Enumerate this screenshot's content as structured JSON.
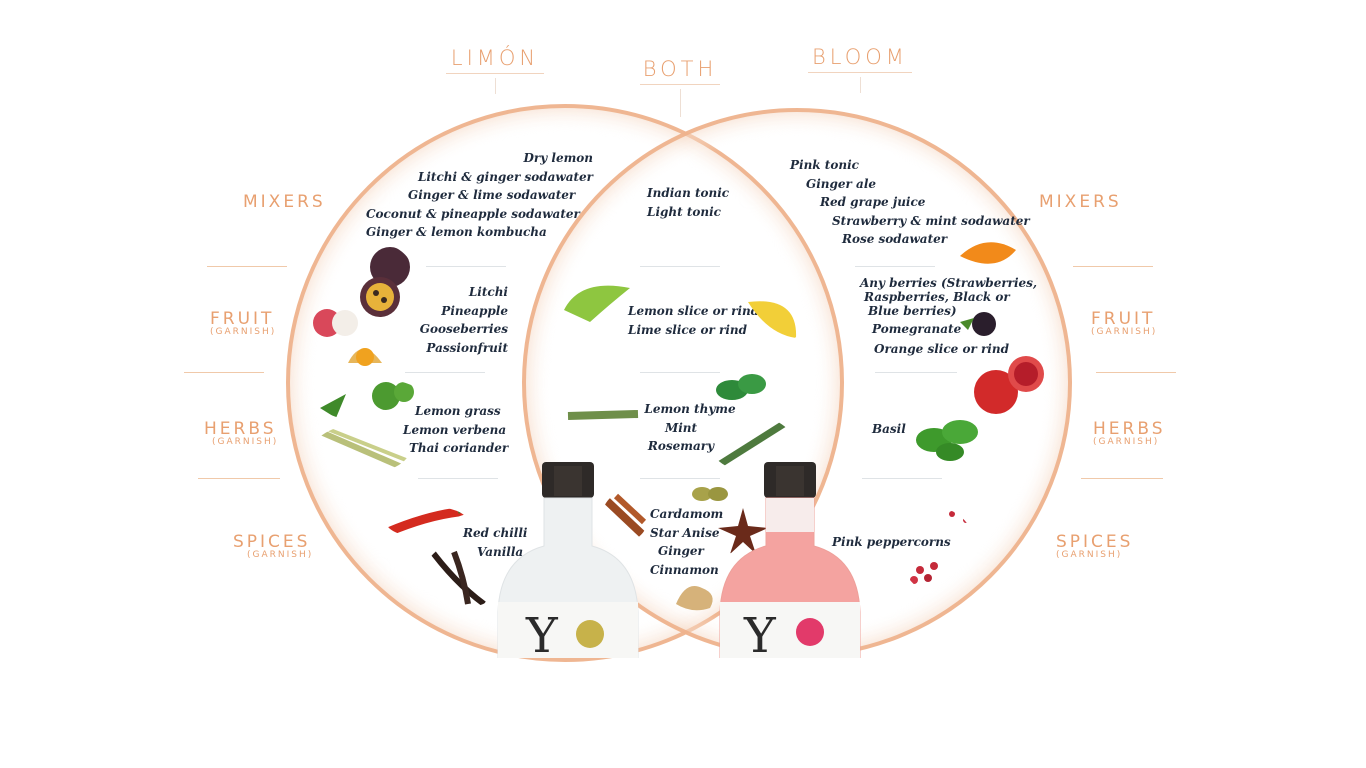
{
  "headers": {
    "left": "LIMÓN",
    "center": "BOTH",
    "right": "BLOOM"
  },
  "categories": {
    "mixers": {
      "name": "MIXERS",
      "sub": ""
    },
    "fruit": {
      "name": "FRUIT",
      "sub": "(GARNISH)"
    },
    "herbs": {
      "name": "HERBS",
      "sub": "(GARNISH)"
    },
    "spices": {
      "name": "SPICES",
      "sub": "(GARNISH)"
    }
  },
  "limon": {
    "mixers": [
      "Dry lemon",
      "Litchi & ginger sodawater",
      "Ginger & lime sodawater",
      "Coconut & pineapple sodawater",
      "Ginger & lemon kombucha"
    ],
    "fruit": [
      "Litchi",
      "Pineapple",
      "Gooseberries",
      "Passionfruit"
    ],
    "herbs": [
      "Lemon grass",
      "Lemon verbena",
      "Thai coriander"
    ],
    "spices": [
      "Red chilli",
      "Vanilla"
    ]
  },
  "both": {
    "mixers": [
      "Indian tonic",
      "Light tonic"
    ],
    "fruit": [
      "Lemon slice or rind",
      "Lime slice or rind"
    ],
    "herbs": [
      "Lemon thyme",
      "Mint",
      "Rosemary"
    ],
    "spices": [
      "Cardamom",
      "Star Anise",
      "Ginger",
      "Cinnamon"
    ]
  },
  "bloom": {
    "mixers": [
      "Pink tonic",
      "Ginger ale",
      "Red grape juice",
      "Strawberry & mint sodawater",
      "Rose sodawater"
    ],
    "fruit": [
      "Any berries (Strawberries,",
      "Raspberries, Black or",
      "Blue berries)",
      "Pomegranate",
      "Orange slice or rind"
    ],
    "herbs": [
      "Basil"
    ],
    "spices": [
      "Pink peppercorns"
    ]
  },
  "colors": {
    "accent": "#e8a070",
    "ring": "#efb38d",
    "text": "#1f2b3d",
    "bloom_liquid": "#f4a3a0"
  },
  "icons": [
    "passionfruit-icon",
    "lychee-icon",
    "gooseberry-icon",
    "herb-bunch-icon",
    "lemongrass-icon",
    "chilli-icon",
    "vanilla-icon",
    "lime-peel-icon",
    "lemon-peel-icon",
    "mint-icon",
    "thyme-icon",
    "rosemary-icon",
    "cinnamon-icon",
    "star-anise-icon",
    "cardamom-icon",
    "ginger-root-icon",
    "orange-peel-icon",
    "blackberry-icon",
    "pomegranate-icon",
    "basil-icon",
    "peppercorn-icon",
    "limon-bottle-icon",
    "bloom-bottle-icon"
  ]
}
